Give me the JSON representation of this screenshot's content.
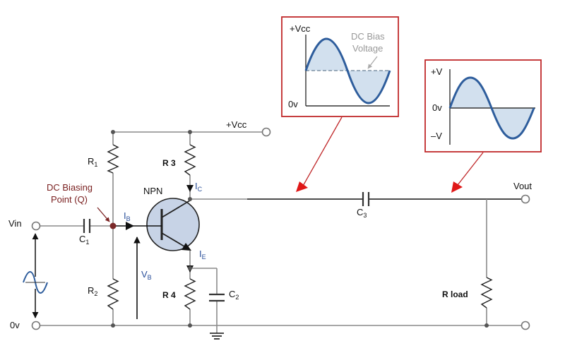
{
  "labels": {
    "vcc_top": "+Vcc",
    "npn": "NPN",
    "dc_biasing_line1": "DC Biasing",
    "dc_biasing_line2": "Point (Q)",
    "vin": "Vin",
    "zero_v": "0v",
    "vout": "Vout",
    "r1": "R",
    "r1_sub": "1",
    "r2": "R",
    "r2_sub": "2",
    "r3": "R 3",
    "r4": "R 4",
    "c1": "C",
    "c1_sub": "1",
    "c2": "C",
    "c2_sub": "2",
    "c3": "C",
    "c3_sub": "3",
    "ib": "I",
    "ib_sub": "B",
    "ic": "I",
    "ic_sub": "C",
    "ie": "I",
    "ie_sub": "E",
    "vb": "V",
    "vb_sub": "B",
    "rload": "R load"
  },
  "inset_collector": {
    "vcc": "+Vcc",
    "zero": "0v",
    "bias_line1": "DC Bias",
    "bias_line2": "Voltage"
  },
  "inset_output": {
    "pos": "+V",
    "zero": "0v",
    "neg": "–V"
  },
  "colors": {
    "wave": "#2e5d9c",
    "box_border": "#c0282a",
    "arrow_head": "#e01818",
    "current_labels": "#2a4f9a",
    "bias_label": "#7a2020"
  }
}
